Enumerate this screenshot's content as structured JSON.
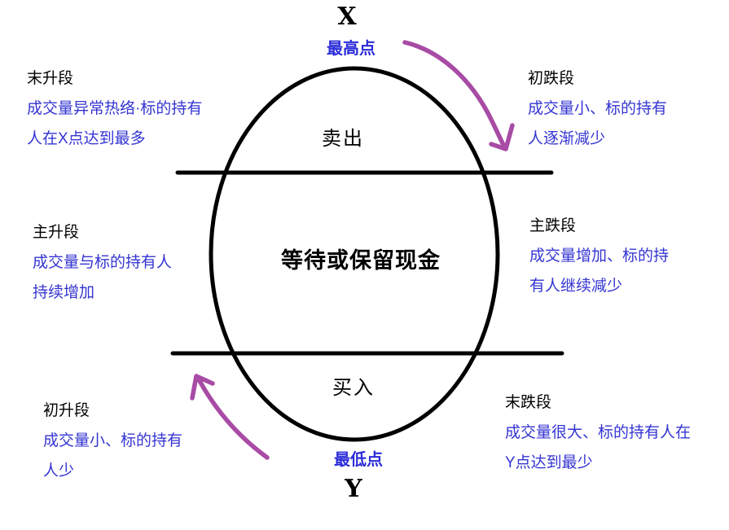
{
  "colors": {
    "background": "#ffffff",
    "structure_black": "#000000",
    "annotation_blue": "#3535d3",
    "point_label_blue": "#2b2bd9",
    "arrow_purple": "#a84ba5"
  },
  "axis": {
    "top_point": "X",
    "top_label": "最高点",
    "bottom_point": "Y",
    "bottom_label": "最低点"
  },
  "zones": {
    "top": "卖出",
    "middle": "等待或保留现金",
    "bottom": "买入"
  },
  "annotations": {
    "top_left": {
      "title": "末升段",
      "line1": "成交量异常热络·标的持有",
      "line2": "人在X点达到最多"
    },
    "top_right": {
      "title": "初跌段",
      "line1": "成交量小、标的持有",
      "line2": "人逐渐减少"
    },
    "mid_left": {
      "title": "主升段",
      "line1": "成交量与标的持有人",
      "line2": "持续增加"
    },
    "mid_right": {
      "title": "主跌段",
      "line1": "成交量增加、标的持",
      "line2": "有人继续减少"
    },
    "bottom_left": {
      "title": "初升段",
      "line1": "成交量小、标的持有",
      "line2": "人少"
    },
    "bottom_right": {
      "title": "末跌段",
      "line1": "成交量很大、标的持有人在",
      "line2": "Y点达到最少"
    }
  }
}
